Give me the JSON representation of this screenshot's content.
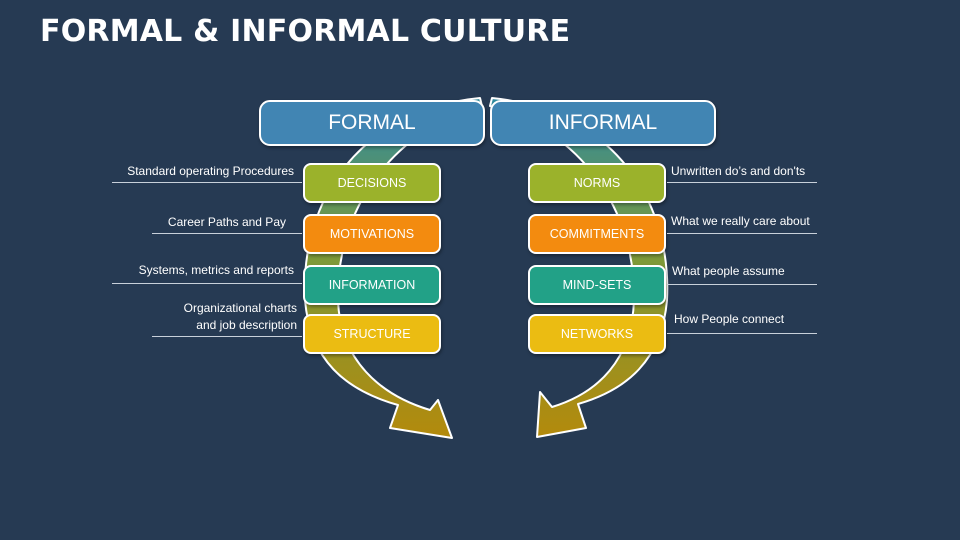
{
  "title": "FORMAL & INFORMAL CULTURE",
  "formal": {
    "header": "FORMAL",
    "items": [
      {
        "label": "DECISIONS",
        "note": "Standard operating Procedures",
        "color": "#9bb22b"
      },
      {
        "label": "MOTIVATIONS",
        "note": "Career Paths and Pay",
        "color": "#f38b0f"
      },
      {
        "label": "INFORMATION",
        "note": "Systems, metrics and reports",
        "color": "#22a187"
      },
      {
        "label": "STRUCTURE",
        "note": "Organizational charts\nand job description",
        "color": "#ebbc12"
      }
    ]
  },
  "informal": {
    "header": "INFORMAL",
    "items": [
      {
        "label": "NORMS",
        "note": "Unwritten do’s and don'ts",
        "color": "#9bb22b"
      },
      {
        "label": "COMMITMENTS",
        "note": "What we really care about",
        "color": "#f38b0f"
      },
      {
        "label": "MIND-SETS",
        "note": "What people assume",
        "color": "#22a187"
      },
      {
        "label": "NETWORKS",
        "note": "How People connect",
        "color": "#ebbc12"
      }
    ]
  },
  "colors": {
    "background": "#263a53",
    "header": "#4185b3",
    "arrow_top": "#2e8aa0",
    "arrow_bottom": "#b38a0c"
  }
}
